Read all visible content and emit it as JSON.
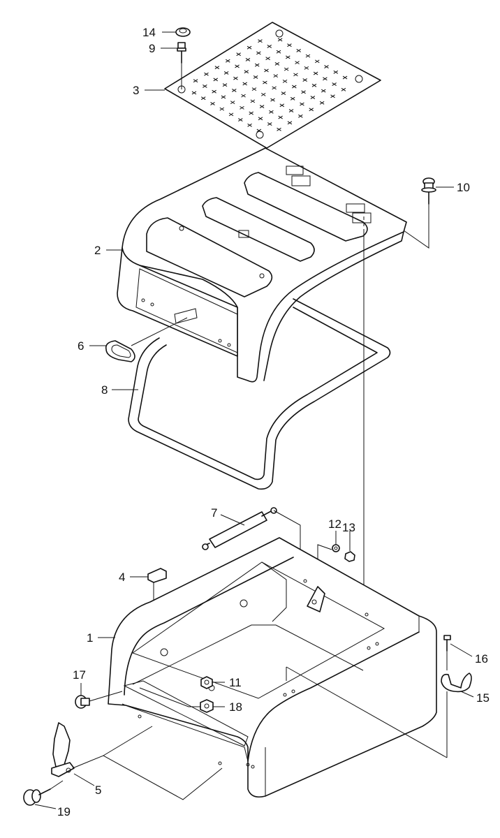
{
  "callouts": [
    {
      "id": "c14",
      "text": "14"
    },
    {
      "id": "c9",
      "text": "9"
    },
    {
      "id": "c3",
      "text": "3"
    },
    {
      "id": "c10",
      "text": "10"
    },
    {
      "id": "c2",
      "text": "2"
    },
    {
      "id": "c6",
      "text": "6"
    },
    {
      "id": "c8",
      "text": "8"
    },
    {
      "id": "c7",
      "text": "7"
    },
    {
      "id": "c12",
      "text": "12"
    },
    {
      "id": "c13",
      "text": "13"
    },
    {
      "id": "c4",
      "text": "4"
    },
    {
      "id": "c1",
      "text": "1"
    },
    {
      "id": "c16",
      "text": "16"
    },
    {
      "id": "c17",
      "text": "17"
    },
    {
      "id": "c11",
      "text": "11"
    },
    {
      "id": "c15",
      "text": "15"
    },
    {
      "id": "c18",
      "text": "18"
    },
    {
      "id": "c5",
      "text": "5"
    },
    {
      "id": "c19",
      "text": "19"
    }
  ]
}
